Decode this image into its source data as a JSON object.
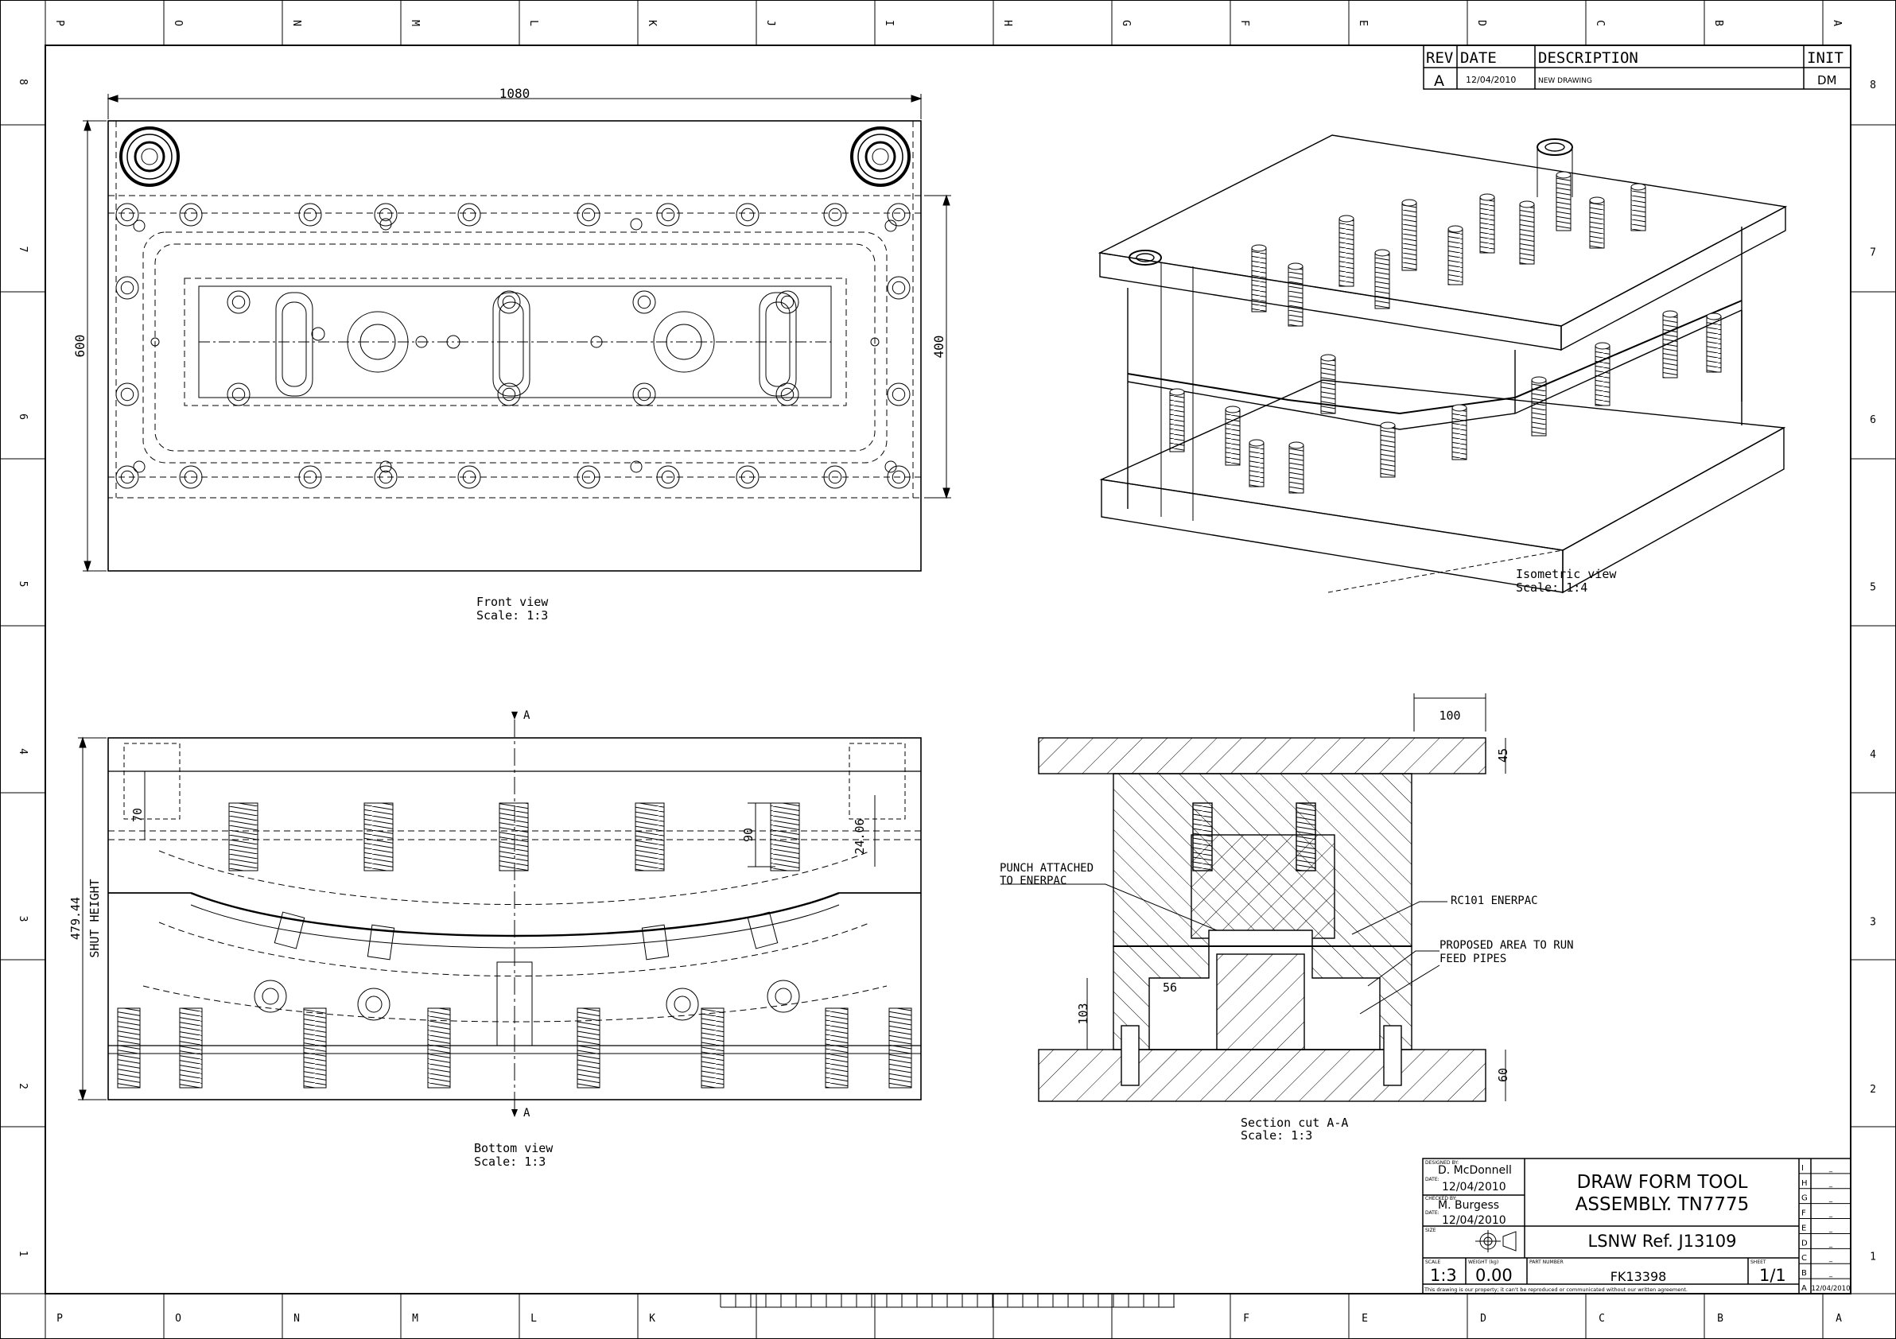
{
  "border": {
    "top_letters": [
      "P",
      "O",
      "N",
      "M",
      "L",
      "K",
      "J",
      "I",
      "H",
      "G",
      "F",
      "E",
      "D",
      "C",
      "B",
      "A"
    ],
    "bottom_letters": [
      "P",
      "O",
      "N",
      "M",
      "L",
      "K",
      "F",
      "E",
      "D",
      "C",
      "B",
      "A"
    ],
    "side_numbers": [
      "8",
      "7",
      "6",
      "5",
      "4",
      "3",
      "2",
      "1"
    ]
  },
  "revision_table": {
    "headers": {
      "rev": "REV",
      "date": "DATE",
      "description": "DESCRIPTION",
      "init": "INIT"
    },
    "rows": [
      {
        "rev": "A",
        "date": "12/04/2010",
        "description": "NEW DRAWING",
        "init": "DM"
      }
    ]
  },
  "views": {
    "front": {
      "name": "Front view",
      "scale": "Scale:  1:3"
    },
    "isometric": {
      "name": "Isometric view",
      "scale": "Scale:  1:4"
    },
    "bottom": {
      "name": "Bottom view",
      "scale": "Scale:  1:3"
    },
    "section": {
      "name": "Section cut A-A",
      "scale": "Scale:  1:3"
    }
  },
  "dimensions": {
    "front_width": "1080",
    "front_height": "600",
    "front_inner_height": "400",
    "shut_height_value": "479.44",
    "shut_height_label": "SHUT HEIGHT",
    "bottom_70": "70",
    "bottom_90": "90",
    "bottom_24": "24.06",
    "section_100": "100",
    "section_45": "45",
    "section_56": "56",
    "section_103": "103",
    "section_60": "60",
    "cut_marker": "A"
  },
  "callouts": {
    "punch": [
      "PUNCH ATTACHED",
      "TO ENERPAC"
    ],
    "rc101": "RC101 ENERPAC",
    "feed": [
      "PROPOSED AREA TO RUN",
      "FEED PIPES"
    ]
  },
  "title_block": {
    "designed_by_label": "DESIGNED BY:",
    "designed_by": "D. McDonnell",
    "date_label": "DATE:",
    "designed_date": "12/04/2010",
    "checked_by_label": "CHECKED BY:",
    "checked_by": "M. Burgess",
    "checked_date": "12/04/2010",
    "size_label": "SIZE",
    "title_line1": "DRAW FORM TOOL",
    "title_line2": "ASSEMBLY. TN7775",
    "reference": "LSNW Ref. J13109",
    "scale_label": "SCALE",
    "scale": "1:3",
    "weight_label": "WEIGHT (kg)",
    "weight": "0.00",
    "part_number_label": "PART NUMBER",
    "part_number": "FK13398",
    "sheet_label": "SHEET",
    "sheet": "1/1",
    "disclaimer": "This drawing is our property; it can't be reproduced or communicated without our written agreement.",
    "rev_letters": [
      "I",
      "H",
      "G",
      "F",
      "E",
      "D",
      "C",
      "B",
      "A"
    ],
    "rev_values": [
      "_",
      "_",
      "_",
      "_",
      "_",
      "_",
      "_",
      "_",
      "12/04/2010"
    ]
  }
}
